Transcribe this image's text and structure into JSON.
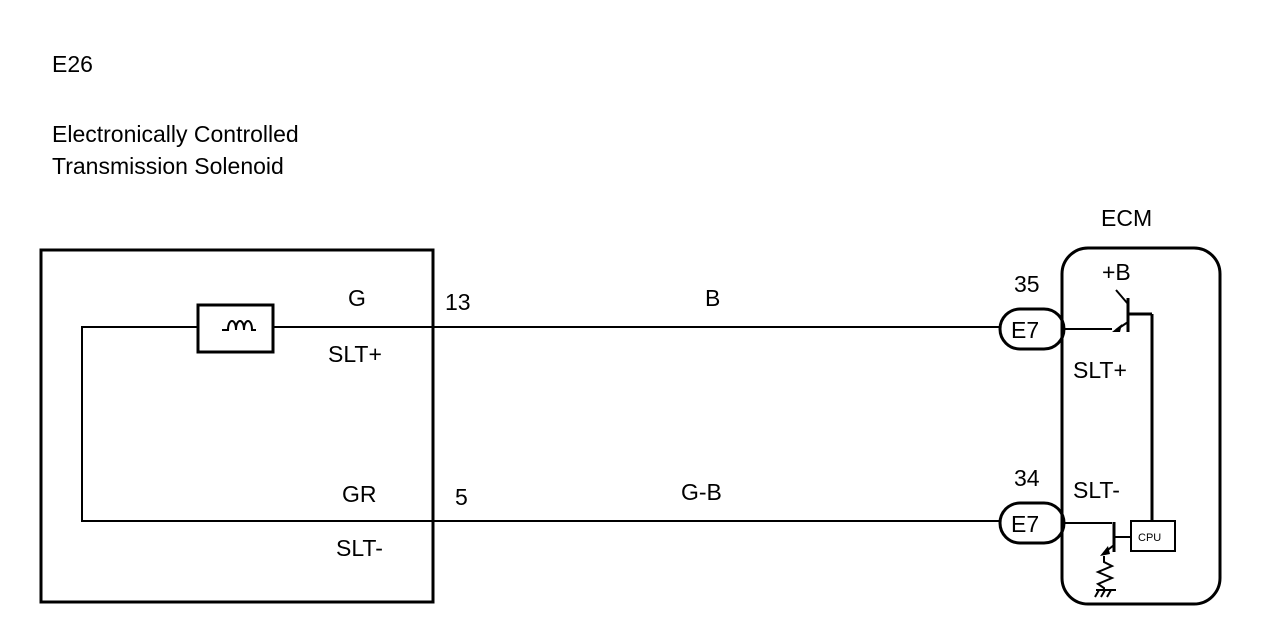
{
  "component": {
    "code": "E26",
    "name_line1": "Electronically Controlled",
    "name_line2": "Transmission Solenoid"
  },
  "ecm": {
    "label": "ECM",
    "supply_label": "+B",
    "cpu_label": "CPU"
  },
  "circuits": [
    {
      "color_code": "G",
      "terminal_name": "SLT+",
      "pin": "13",
      "wire_color": "B",
      "ecm_pin": "35",
      "connector": "E7",
      "ecm_terminal": "SLT+"
    },
    {
      "color_code": "GR",
      "terminal_name": "SLT-",
      "pin": "5",
      "wire_color": "G-B",
      "ecm_pin": "34",
      "connector": "E7",
      "ecm_terminal": "SLT-"
    }
  ]
}
